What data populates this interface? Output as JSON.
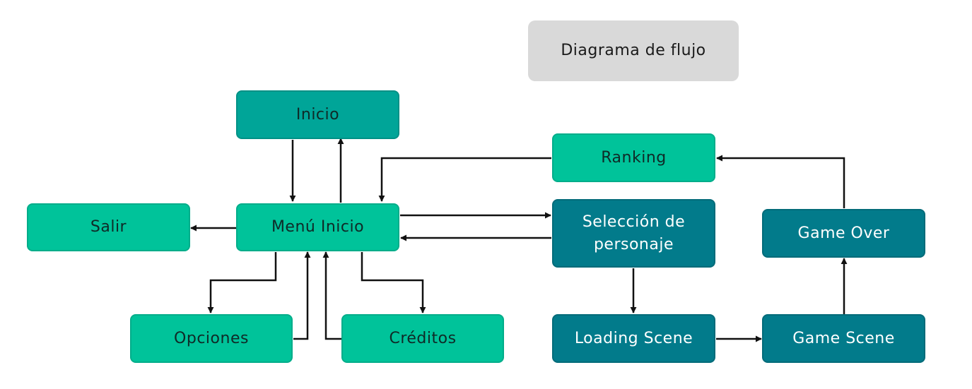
{
  "title": "Diagrama de flujo",
  "nodes": {
    "inicio": "Inicio",
    "menu_inicio": "Menú Inicio",
    "salir": "Salir",
    "opciones": "Opciones",
    "creditos": "Créditos",
    "ranking": "Ranking",
    "seleccion_line1": "Selección de",
    "seleccion_line2": "personaje",
    "game_over": "Game Over",
    "loading_scene": "Loading Scene",
    "game_scene": "Game Scene"
  },
  "colors": {
    "title_bg": "#d9d9d9",
    "teal_dark": "#00a598",
    "teal_light": "#00c39a",
    "petrol": "#027b8b",
    "arrow": "#111111"
  }
}
